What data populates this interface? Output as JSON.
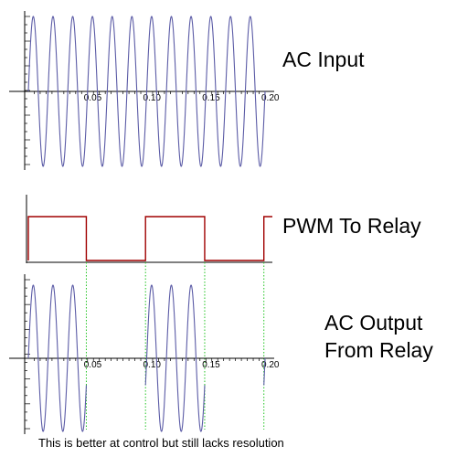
{
  "labels": {
    "ac_input": "AC Input",
    "pwm": "PWM To Relay",
    "ac_output_line1": "AC Output",
    "ac_output_line2": "From Relay"
  },
  "caption": "This is better at control but still lacks resolution",
  "colors": {
    "sine": "#5b5ba6",
    "pwm": "#a00000",
    "guide": "#22c422",
    "axis": "#000000"
  },
  "chart_data": [
    {
      "type": "line",
      "name_label": "AC Input",
      "x_range": [
        0,
        0.2
      ],
      "x_ticks": [
        "0.05",
        "0.10",
        "0.15",
        "0.20"
      ],
      "x_tick_values": [
        0.05,
        0.1,
        0.15,
        0.2
      ],
      "y_range": [
        -1,
        1
      ],
      "function": "sin(2*pi*60*t)",
      "frequency_hz": 60,
      "amplitude": 1,
      "grid": false
    },
    {
      "type": "line",
      "name_label": "PWM To Relay",
      "x_range": [
        0,
        0.2
      ],
      "y_range": [
        0,
        1
      ],
      "period": 0.1,
      "duty_cycle": 0.5,
      "phase_offset": -0.001,
      "step_on_at": [
        0,
        0.099,
        0.199
      ],
      "step_off_at": [
        0.049,
        0.149
      ],
      "grid": false
    },
    {
      "type": "line",
      "name_label": "AC Output From Relay",
      "x_range": [
        0,
        0.2
      ],
      "x_ticks": [
        "0.05",
        "0.10",
        "0.15",
        "0.20"
      ],
      "x_tick_values": [
        0.05,
        0.1,
        0.15,
        0.2
      ],
      "y_range": [
        -1,
        1
      ],
      "frequency_hz": 60,
      "amplitude": 1,
      "active_intervals": [
        [
          0,
          0.049
        ],
        [
          0.099,
          0.149
        ],
        [
          0.199,
          0.2
        ]
      ],
      "grid": false
    }
  ]
}
